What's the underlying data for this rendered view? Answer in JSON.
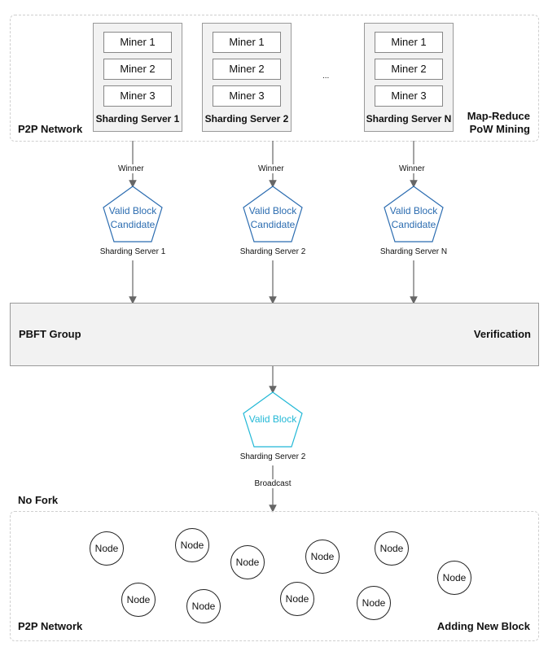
{
  "top_region": {
    "left_label": "P2P Network",
    "right_label_line1": "Map-Reduce",
    "right_label_line2": "PoW Mining",
    "ellipsis": "...",
    "servers": [
      {
        "miners": [
          "Miner 1",
          "Miner 2",
          "Miner 3"
        ],
        "label": "Sharding Server 1"
      },
      {
        "miners": [
          "Miner 1",
          "Miner 2",
          "Miner 3"
        ],
        "label": "Sharding Server 2"
      },
      {
        "miners": [
          "Miner 1",
          "Miner 2",
          "Miner 3"
        ],
        "label": "Sharding Server N"
      }
    ]
  },
  "candidates": [
    {
      "edge_label": "Winner",
      "line1": "Valid Block",
      "line2": "Candidate",
      "caption": "Sharding Server 1"
    },
    {
      "edge_label": "Winner",
      "line1": "Valid Block",
      "line2": "Candidate",
      "caption": "Sharding Server 2"
    },
    {
      "edge_label": "Winner",
      "line1": "Valid Block",
      "line2": "Candidate",
      "caption": "Sharding Server N"
    }
  ],
  "pbft": {
    "left_label": "PBFT Group",
    "right_label": "Verification"
  },
  "valid_block": {
    "label": "Valid Block",
    "caption": "Sharding Server 2",
    "edge_label": "Broadcast"
  },
  "bottom_region": {
    "top_label": "No Fork",
    "left_label": "P2P Network",
    "right_label": "Adding New Block",
    "node_label": "Node",
    "node_count": 10
  },
  "colors": {
    "candidate": "#2b6cb0",
    "valid_block": "#22b8d6",
    "arrow": "#666666",
    "border": "#9a9a9a"
  }
}
